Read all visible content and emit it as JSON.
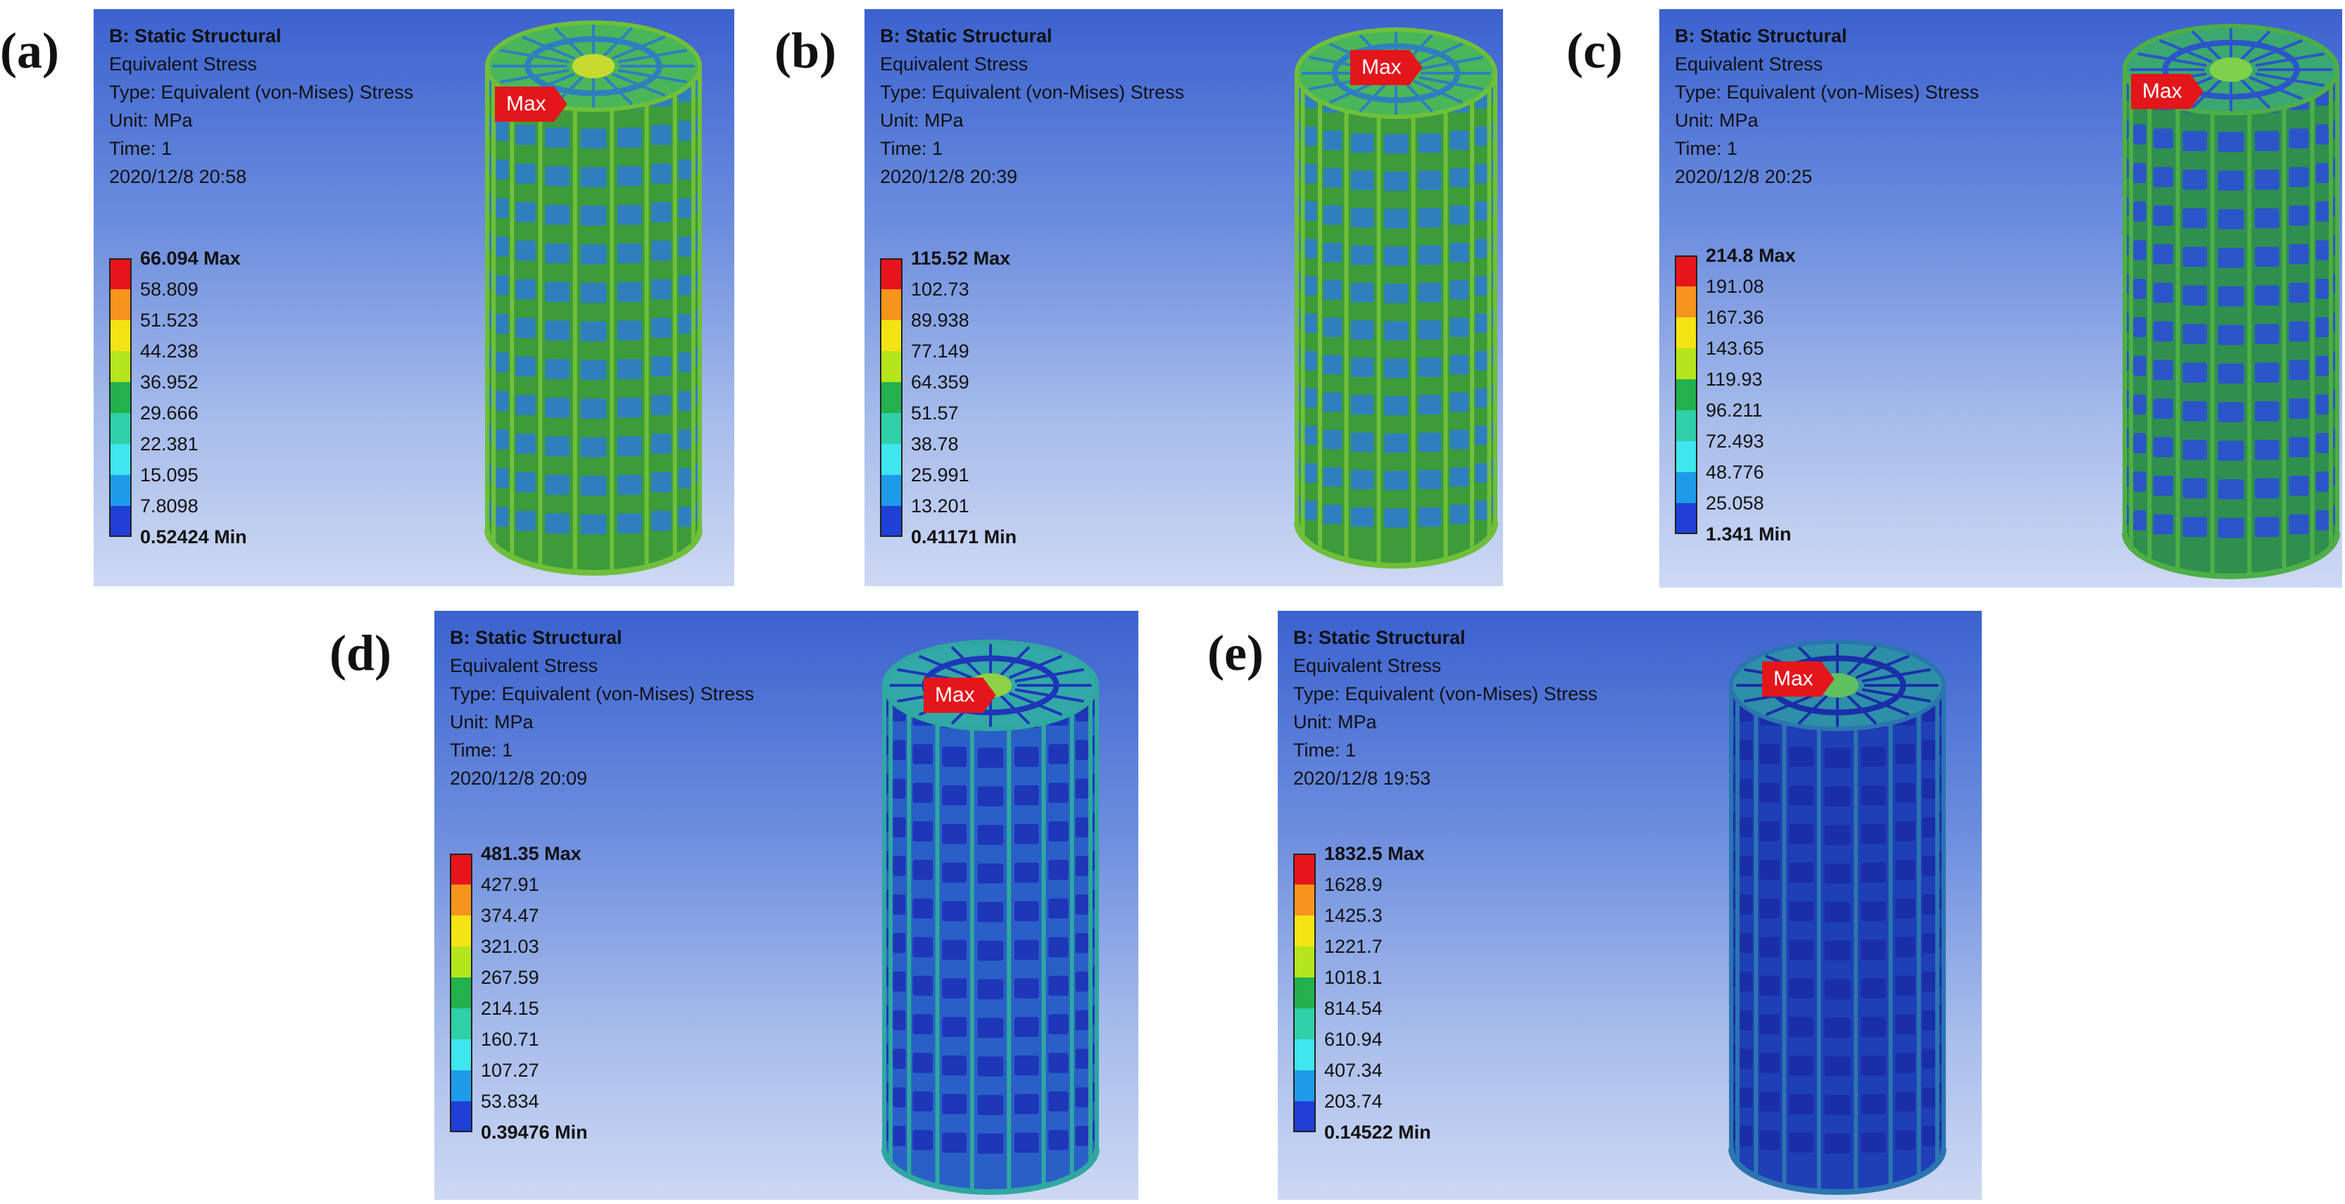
{
  "panels": [
    {
      "label": "(a)",
      "title": "B: Static Structural",
      "lines": [
        "Equivalent Stress",
        "Type: Equivalent (von-Mises) Stress",
        "Unit: MPa",
        "Time: 1",
        "2020/12/8 20:58"
      ],
      "legend": [
        "66.094 Max",
        "58.809",
        "51.523",
        "44.238",
        "36.952",
        "29.666",
        "22.381",
        "15.095",
        "7.8098",
        "0.52424 Min"
      ],
      "max_tag": "Max",
      "model_style": "green"
    },
    {
      "label": "(b)",
      "title": "B: Static Structural",
      "lines": [
        "Equivalent Stress",
        "Type: Equivalent (von-Mises) Stress",
        "Unit: MPa",
        "Time: 1",
        "2020/12/8 20:39"
      ],
      "legend": [
        "115.52 Max",
        "102.73",
        "89.938",
        "77.149",
        "64.359",
        "51.57",
        "38.78",
        "25.991",
        "13.201",
        "0.41171 Min"
      ],
      "max_tag": "Max",
      "model_style": "green"
    },
    {
      "label": "(c)",
      "title": "B: Static Structural",
      "lines": [
        "Equivalent Stress",
        "Type: Equivalent (von-Mises) Stress",
        "Unit: MPa",
        "Time: 1",
        "2020/12/8 20:25"
      ],
      "legend": [
        "214.8 Max",
        "191.08",
        "167.36",
        "143.65",
        "119.93",
        "96.211",
        "72.493",
        "48.776",
        "25.058",
        "1.341 Min"
      ],
      "max_tag": "Max",
      "model_style": "greenblue"
    },
    {
      "label": "(d)",
      "title": "B: Static Structural",
      "lines": [
        "Equivalent Stress",
        "Type: Equivalent (von-Mises) Stress",
        "Unit: MPa",
        "Time: 1",
        "2020/12/8 20:09"
      ],
      "legend": [
        "481.35 Max",
        "427.91",
        "374.47",
        "321.03",
        "267.59",
        "214.15",
        "160.71",
        "107.27",
        "53.834",
        "0.39476 Min"
      ],
      "max_tag": "Max",
      "model_style": "teal"
    },
    {
      "label": "(e)",
      "title": "B: Static Structural",
      "lines": [
        "Equivalent Stress",
        "Type: Equivalent (von-Mises) Stress",
        "Unit: MPa",
        "Time: 1",
        "2020/12/8 19:53"
      ],
      "legend": [
        "1832.5 Max",
        "1628.9",
        "1425.3",
        "1221.7",
        "1018.1",
        "814.54",
        "610.94",
        "407.34",
        "203.74",
        "0.14522 Min"
      ],
      "max_tag": "Max",
      "model_style": "blue"
    }
  ],
  "legend_colors": [
    "#e8141b",
    "#f7941d",
    "#f5e414",
    "#b5e61d",
    "#22b14c",
    "#2fd0a8",
    "#3fe6ee",
    "#1e9be8",
    "#1f3fd6"
  ],
  "model_colors": {
    "green": {
      "body": "#3d9b3a",
      "bar": "#6fbf3a",
      "hole": "#2f7fbf",
      "top": "#49b65a",
      "hot": "#c8d930"
    },
    "greenblue": {
      "body": "#2f8f4f",
      "bar": "#4fae45",
      "hole": "#2c55c9",
      "top": "#3aa870",
      "hot": "#7fd04a"
    },
    "teal": {
      "body": "#2a5fc7",
      "bar": "#2fa8a0",
      "hole": "#1e36b8",
      "top": "#33a8a8",
      "hot": "#8fd045"
    },
    "blue": {
      "body": "#1f3fb6",
      "bar": "#2b75b0",
      "hole": "#1a2ea8",
      "top": "#2e8fa8",
      "hot": "#5fc060"
    }
  }
}
